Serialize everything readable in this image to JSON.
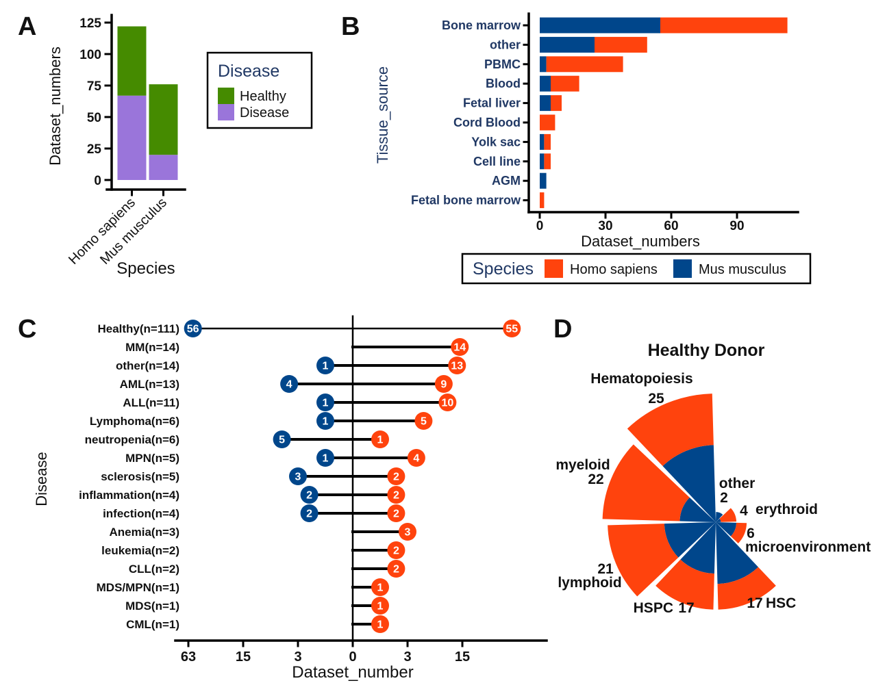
{
  "panel_letters": {
    "a": "A",
    "b": "B",
    "c": "C",
    "d": "D"
  },
  "colors": {
    "orange": "#ff430d",
    "blue": "#00468b",
    "green": "#458b00",
    "purple": "#9a75da",
    "navy_text": "#203864",
    "ink": "#111111",
    "axis": "#000000",
    "dot_number": "#ffffff"
  },
  "chart_data": [
    {
      "panel": "A",
      "type": "bar",
      "orientation": "vertical",
      "stacked": true,
      "xlabel": "Species",
      "ylabel": "Dataset_numbers",
      "categories": [
        "Homo sapiens",
        "Mus musculus"
      ],
      "series": [
        {
          "name": "Disease",
          "color_key": "purple",
          "values": [
            67,
            20
          ]
        },
        {
          "name": "Healthy",
          "color_key": "green",
          "values": [
            55,
            56
          ]
        }
      ],
      "totals": [
        122,
        76
      ],
      "yticks": [
        0,
        25,
        50,
        75,
        100,
        125
      ],
      "ylim": [
        0,
        125
      ],
      "legend": {
        "title": "Disease",
        "items": [
          {
            "label": "Healthy",
            "color_key": "green"
          },
          {
            "label": "Disease",
            "color_key": "purple"
          }
        ]
      }
    },
    {
      "panel": "B",
      "type": "bar",
      "orientation": "horizontal",
      "stacked": true,
      "xlabel": "Dataset_numbers",
      "ylabel": "Tissue_source",
      "categories": [
        "Bone marrow",
        "other",
        "PBMC",
        "Blood",
        "Fetal liver",
        "Cord Blood",
        "Yolk sac",
        "Cell line",
        "AGM",
        "Fetal bone marrow"
      ],
      "series": [
        {
          "name": "Mus musculus",
          "color_key": "blue",
          "values": [
            55,
            25,
            3,
            5,
            5,
            0,
            2,
            2,
            3,
            0
          ]
        },
        {
          "name": "Homo sapiens",
          "color_key": "orange",
          "values": [
            58,
            24,
            35,
            13,
            5,
            7,
            3,
            3,
            0,
            2
          ]
        }
      ],
      "xticks": [
        0,
        30,
        60,
        90
      ],
      "legend": {
        "title": "Species",
        "items": [
          {
            "label": "Homo sapiens",
            "color_key": "orange"
          },
          {
            "label": "Mus musculus",
            "color_key": "blue"
          }
        ]
      }
    },
    {
      "panel": "C",
      "type": "lollipop",
      "xlabel": "Dataset_number",
      "ylabel": "Disease",
      "scale_note": "mirrored log(v+1) scale, ticks 63/15/3/0/3/15",
      "xtick_labels": [
        "63",
        "15",
        "3",
        "0",
        "3",
        "15"
      ],
      "xtick_values": [
        -63,
        -15,
        -3,
        0,
        3,
        15
      ],
      "rows": [
        {
          "label": "Healthy(n=111)",
          "mus": 56,
          "homo": 55
        },
        {
          "label": "MM(n=14)",
          "mus": null,
          "homo": 14
        },
        {
          "label": "other(n=14)",
          "mus": 1,
          "homo": 13
        },
        {
          "label": "AML(n=13)",
          "mus": 4,
          "homo": 9
        },
        {
          "label": "ALL(n=11)",
          "mus": 1,
          "homo": 10
        },
        {
          "label": "Lymphoma(n=6)",
          "mus": 1,
          "homo": 5
        },
        {
          "label": "neutropenia(n=6)",
          "mus": 5,
          "homo": 1
        },
        {
          "label": "MPN(n=5)",
          "mus": 1,
          "homo": 4
        },
        {
          "label": "sclerosis(n=5)",
          "mus": 3,
          "homo": 2
        },
        {
          "label": "inflammation(n=4)",
          "mus": 2,
          "homo": 2
        },
        {
          "label": "infection(n=4)",
          "mus": 2,
          "homo": 2
        },
        {
          "label": "Anemia(n=3)",
          "mus": null,
          "homo": 3
        },
        {
          "label": "leukemia(n=2)",
          "mus": null,
          "homo": 2
        },
        {
          "label": "CLL(n=2)",
          "mus": null,
          "homo": 2
        },
        {
          "label": "MDS/MPN(n=1)",
          "mus": null,
          "homo": 1
        },
        {
          "label": "MDS(n=1)",
          "mus": null,
          "homo": 1
        },
        {
          "label": "CML(n=1)",
          "mus": null,
          "homo": 1
        }
      ]
    },
    {
      "panel": "D",
      "type": "rose",
      "title": "Healthy Donor",
      "sectors_clockwise_from_north": true,
      "sectors": [
        {
          "label": "other",
          "value": 2,
          "mus": 2,
          "homo": 0
        },
        {
          "label": "erythroid",
          "value": 4,
          "mus": 1,
          "homo": 3
        },
        {
          "label": "microenvironment",
          "value": 6,
          "mus": 4,
          "homo": 2
        },
        {
          "label": "HSC",
          "value": 17,
          "mus": 12,
          "homo": 5
        },
        {
          "label": "HSPC",
          "value": 17,
          "mus": 10,
          "homo": 7
        },
        {
          "label": "lymphoid",
          "value": 21,
          "mus": 10,
          "homo": 11
        },
        {
          "label": "myeloid",
          "value": 22,
          "mus": 7,
          "homo": 15
        },
        {
          "label": "Hematopoiesis",
          "value": 25,
          "mus": 15,
          "homo": 10
        }
      ]
    }
  ]
}
